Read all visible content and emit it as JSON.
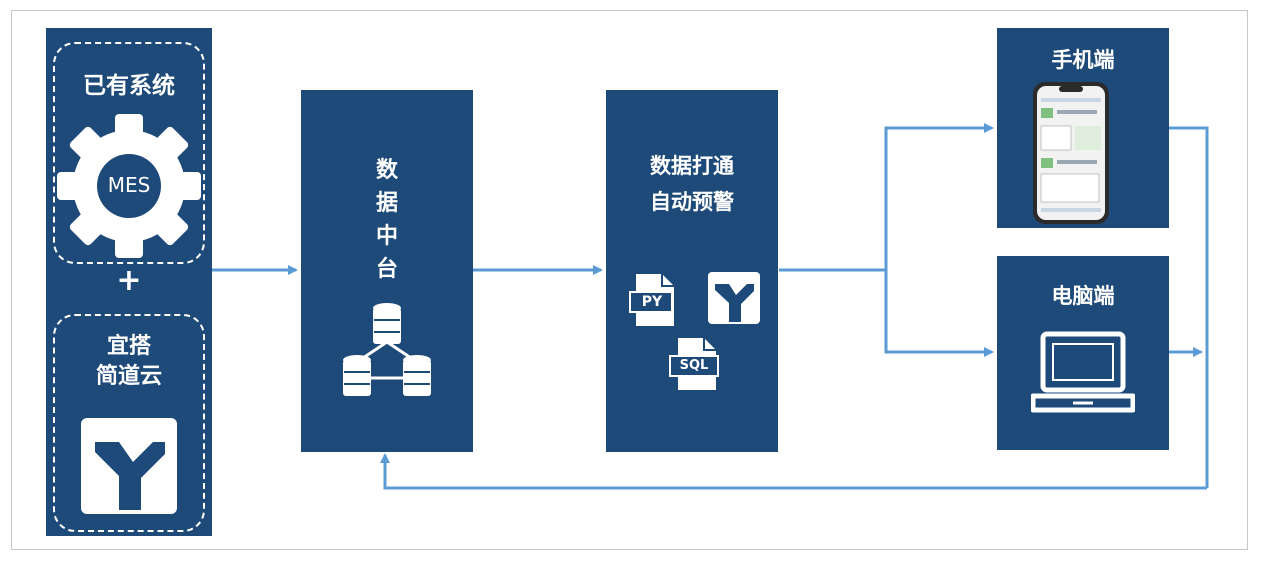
{
  "colors": {
    "box": "#1e4a7a",
    "arrow": "#5b9bd5",
    "text": "#ffffff"
  },
  "left": {
    "existing_label": "已有系统",
    "gear_text": "MES",
    "plus": "+",
    "yida_line1": "宜搭",
    "yida_line2": "简道云"
  },
  "middle": {
    "chars": [
      "数",
      "据",
      "中",
      "台"
    ]
  },
  "process": {
    "line1": "数据打通",
    "line2": "自动预警",
    "py_label": "PY",
    "sql_label": "SQL"
  },
  "mobile": {
    "title": "手机端"
  },
  "pc": {
    "title": "电脑端"
  },
  "icons": [
    "gear-icon",
    "yida-logo-icon",
    "database-icon",
    "python-file-icon",
    "sql-file-icon",
    "phone-icon",
    "laptop-icon"
  ]
}
